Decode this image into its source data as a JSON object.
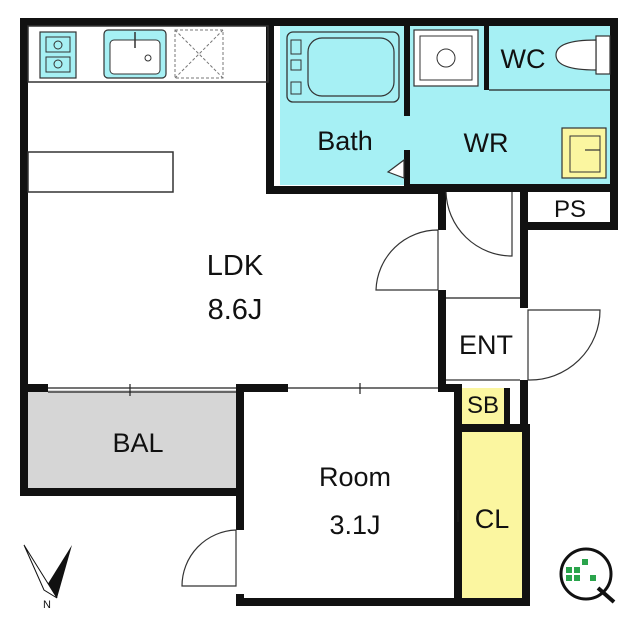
{
  "rooms": {
    "ldk": {
      "name": "LDK",
      "size": "8.6J"
    },
    "bath": {
      "name": "Bath"
    },
    "wr": {
      "name": "WR"
    },
    "wc": {
      "name": "WC"
    },
    "ps": {
      "name": "PS"
    },
    "ent": {
      "name": "ENT"
    },
    "sb": {
      "name": "SB"
    },
    "bal": {
      "name": "BAL"
    },
    "room": {
      "name": "Room",
      "size": "3.1J"
    },
    "cl": {
      "name": "CL"
    }
  },
  "compass": {
    "label": "N"
  },
  "colors": {
    "wall": "#111111",
    "wet": "#a6f0f4",
    "balcony": "#d6d6d6",
    "closet": "#fbf6a0",
    "floor": "#ffffff"
  },
  "icons": [
    "stove-icon",
    "sink-icon",
    "fridge-space-icon",
    "bathtub-icon",
    "washing-machine-icon",
    "toilet-icon",
    "washbasin-icon",
    "compass-icon",
    "company-logo-icon"
  ]
}
